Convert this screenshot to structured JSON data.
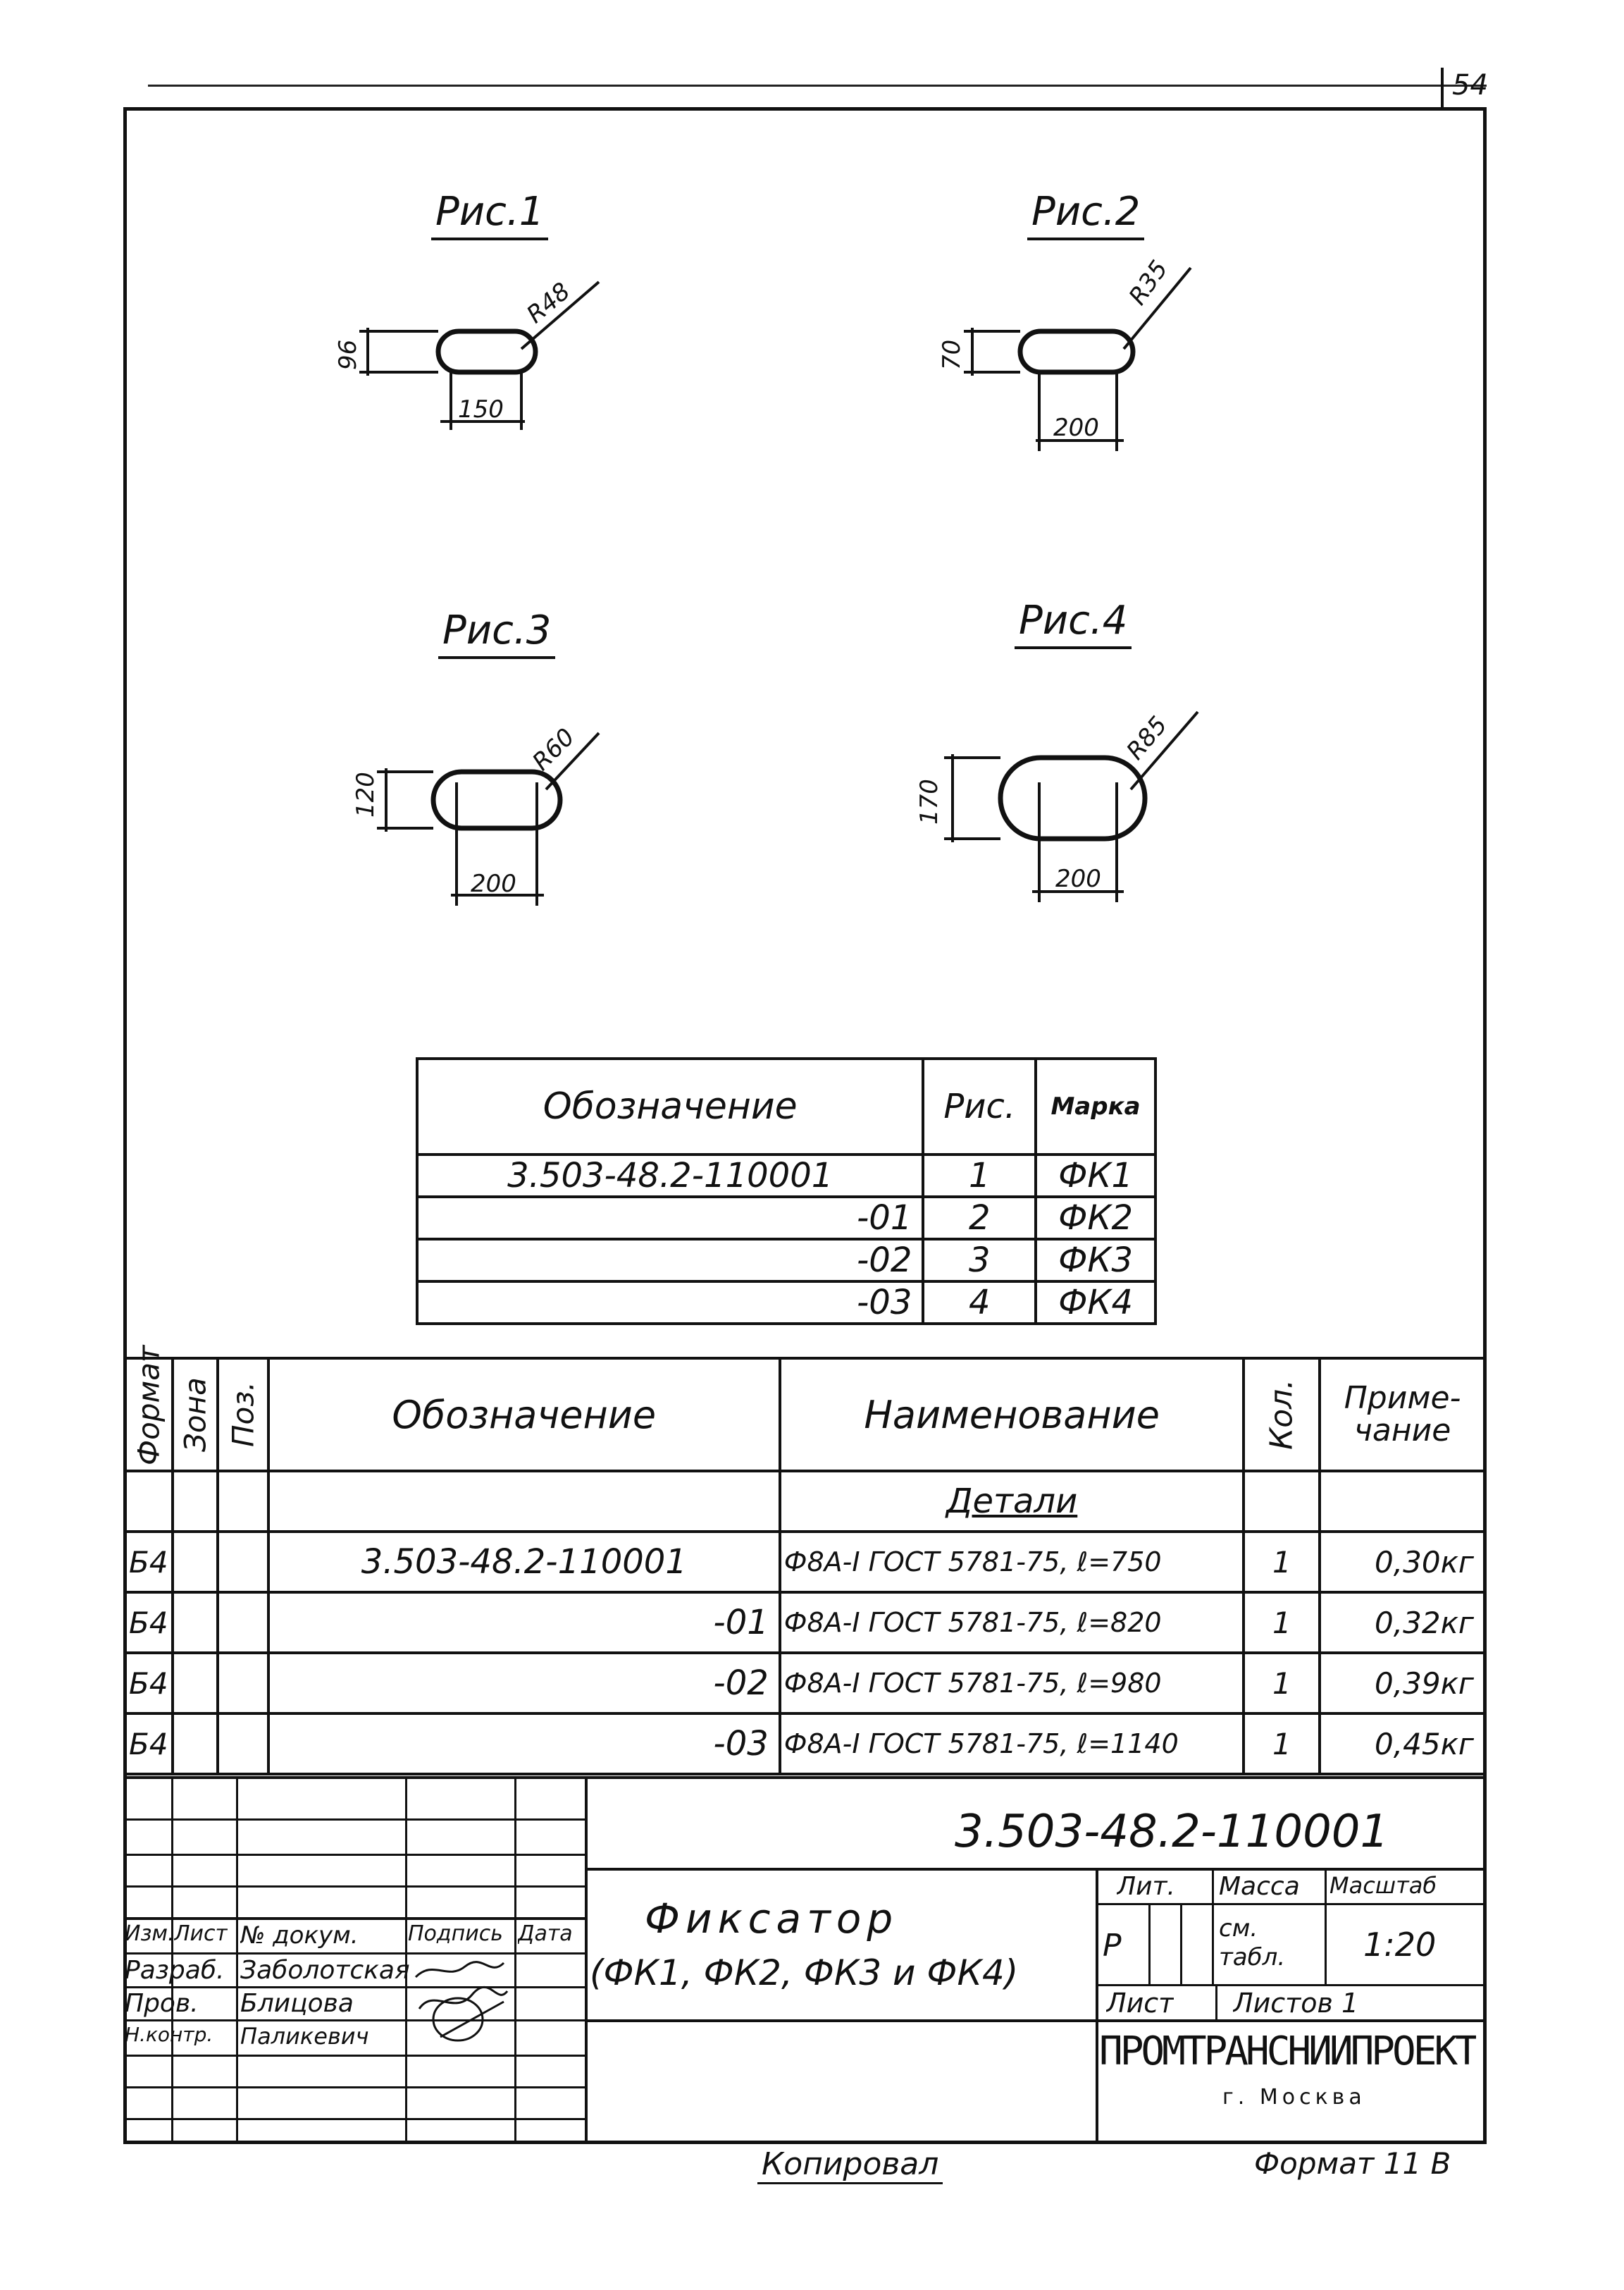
{
  "sheet_number": "54",
  "figures": [
    {
      "title": "Рис.1",
      "height_dim": "96",
      "width_dim": "150",
      "radius": "R48"
    },
    {
      "title": "Рис.2",
      "height_dim": "70",
      "width_dim": "200",
      "radius": "R35"
    },
    {
      "title": "Рис.3",
      "height_dim": "120",
      "width_dim": "200",
      "radius": "R60"
    },
    {
      "title": "Рис.4",
      "height_dim": "170",
      "width_dim": "200",
      "radius": "R85"
    }
  ],
  "mark_table": {
    "headers": [
      "Обозначение",
      "Рис.",
      "Марка"
    ],
    "rows": [
      [
        "3.503-48.2-110001",
        "1",
        "ФК1"
      ],
      [
        "-01",
        "2",
        "ФК2"
      ],
      [
        "-02",
        "3",
        "ФК3"
      ],
      [
        "-03",
        "4",
        "ФК4"
      ]
    ]
  },
  "spec_table": {
    "headers": [
      "Формат",
      "Зона",
      "Поз.",
      "Обозначение",
      "Наименование",
      "Кол.",
      "Приме-\nчание"
    ],
    "section": "Детали",
    "rows": [
      [
        "Б4",
        "",
        "",
        "3.503-48.2-110001",
        "Ф8А-I ГОСТ 5781-75, ℓ=750",
        "1",
        "0,30кг"
      ],
      [
        "Б4",
        "",
        "",
        "-01",
        "Ф8А-I ГОСТ 5781-75, ℓ=820",
        "1",
        "0,32кг"
      ],
      [
        "Б4",
        "",
        "",
        "-02",
        "Ф8А-I ГОСТ 5781-75, ℓ=980",
        "1",
        "0,39кг"
      ],
      [
        "Б4",
        "",
        "",
        "-03",
        "Ф8А-I ГОСТ 5781-75, ℓ=1140",
        "1",
        "0,45кг"
      ]
    ]
  },
  "title_block": {
    "doc_code": "3.503-48.2-110001",
    "name_line1": "Фиксатор",
    "name_line2": "(ФК1, ФК2, ФК3 и ФК4)",
    "lit_label": "Лит.",
    "mass_label": "Масса",
    "scale_label": "Масштаб",
    "lit_value": "Р",
    "mass_value": "см. табл.",
    "scale_value": "1:20",
    "sheet_label": "Лист",
    "sheets_label": "Листов 1",
    "org": "ПРОМТРАНСНИИПРОЕКТ",
    "city": "г. Москва",
    "col_labels": [
      "Изм.",
      "Лист",
      "№ докум.",
      "Подпись",
      "Дата"
    ],
    "roles": [
      {
        "role": "Разраб.",
        "name": "Заболотская"
      },
      {
        "role": "Пров.",
        "name": "Блицова"
      },
      {
        "role": "Н.контр.",
        "name": "Паликевич"
      }
    ]
  },
  "footer": {
    "copied": "Копировал",
    "format": "Формат 11 В"
  }
}
